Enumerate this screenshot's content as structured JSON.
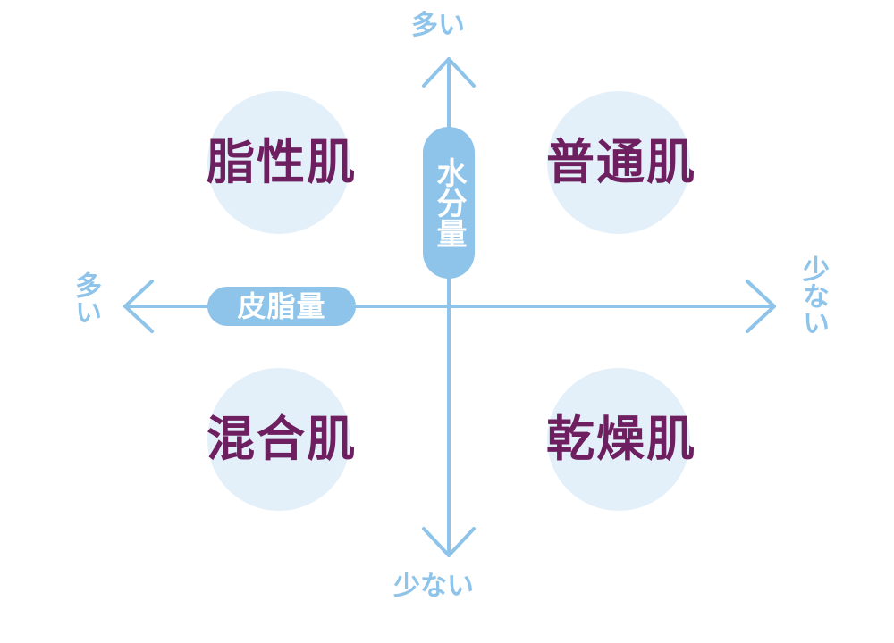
{
  "colors": {
    "axis": "#8fc4ea",
    "pill_bg": "#8fc4ea",
    "circle": "#e3f0fa",
    "quad_text": "#6e1f5f",
    "axis_text": "#8fc4ea"
  },
  "axes": {
    "vertical": {
      "label": "水分量",
      "top": "多い",
      "bottom": "少ない"
    },
    "horizontal": {
      "label": "皮脂量",
      "left": "多い",
      "right": "少ない"
    }
  },
  "quadrants": {
    "top_left": "脂性肌",
    "top_right": "普通肌",
    "bottom_left": "混合肌",
    "bottom_right": "乾燥肌"
  }
}
